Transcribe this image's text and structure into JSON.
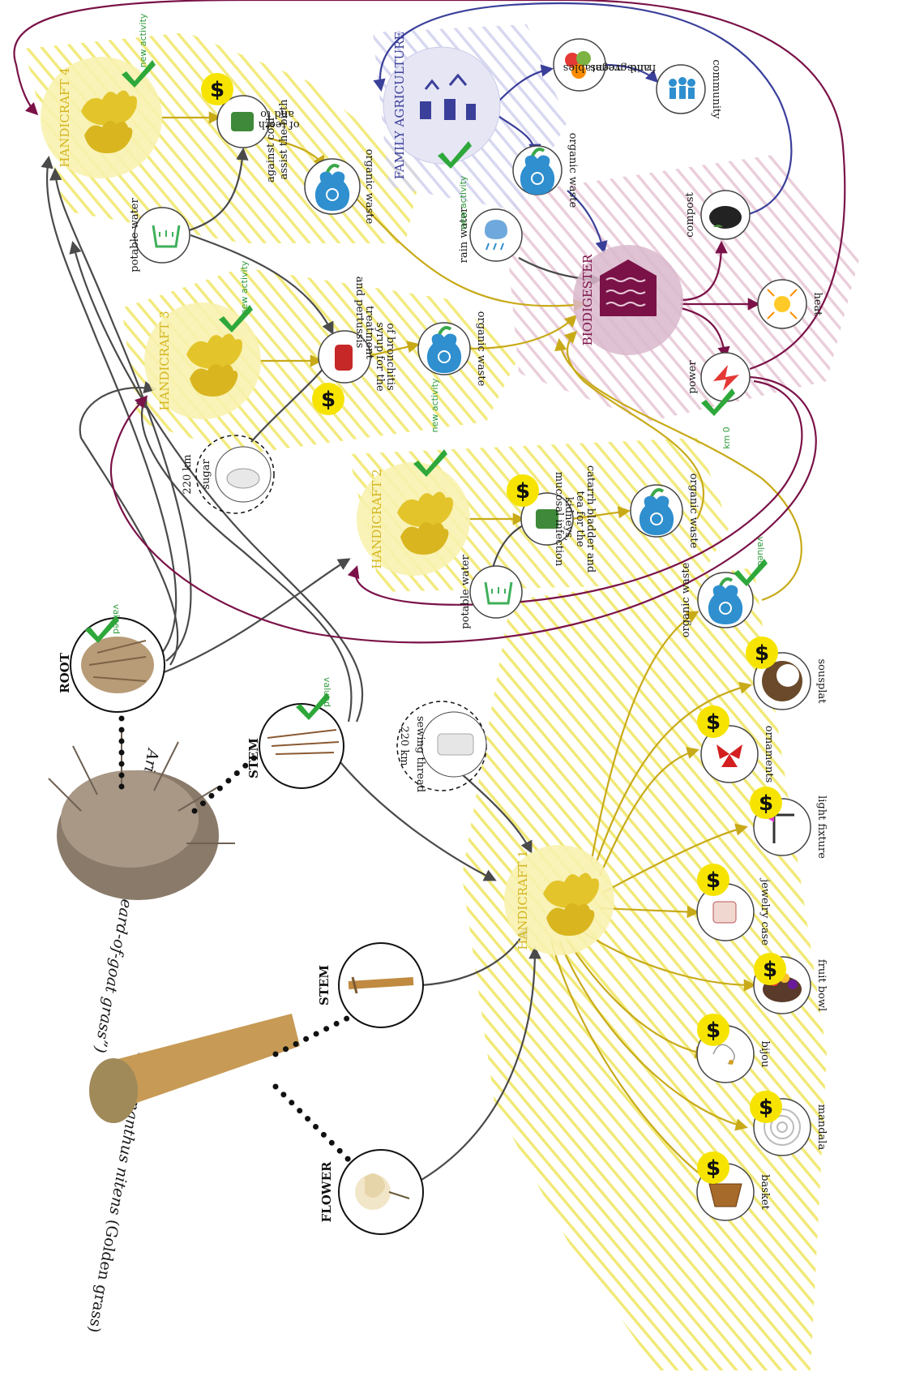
{
  "species": {
    "aristida": {
      "name": "Aristida pallens",
      "common": " (“Beard-of-goat grass”)"
    },
    "syngonanthus": {
      "name": "Syngonanthus nitens",
      "common": " (Golden grass)"
    }
  },
  "parts": {
    "root": "ROOT",
    "stem": "STEM",
    "flower": "FLOWER"
  },
  "badges": {
    "valued": "valued",
    "new_activity": "new activity",
    "km0": "km 0",
    "dollar": "$"
  },
  "hubs": {
    "h1": "HANDICRAFT 1",
    "h2": "HANDICRAFT 2",
    "h3": "HANDICRAFT 3",
    "h4": "HANDICRAFT 4",
    "family_agriculture": "FAMILY AGRICULTURE",
    "biodigester": "BIODIGESTER"
  },
  "products": {
    "basket": "basket",
    "mandala": "mandala",
    "bijou": "bijou",
    "fruit_bowl": "fruit bowl",
    "jewelry_case": "jewelry case",
    "light_fixture": "light fixture",
    "ornaments": "ornaments",
    "sousplat": "sousplat",
    "organic_waste": "organic waste",
    "tea_line1": "tea for the",
    "tea_line2": "kidneys,",
    "tea_line3": "catarrh bladder and",
    "tea_line4": "mucosal infection",
    "syrup_line1": "syrup for the",
    "syrup_line2": "treatment",
    "syrup_line3": "of bronchitis",
    "syrup_line4": "and pertussis",
    "cold_line1": "against cold",
    "cold_line2": "and to",
    "cold_line3": "assist the birth",
    "cold_line4": "of teeth",
    "fruits_line1": "fruits, vegetables",
    "fruits_line2": "and greens",
    "community": "community",
    "compost": "compost",
    "heat": "heat",
    "power": "power",
    "rain_water": "rain water",
    "potable_water": "potable water"
  },
  "inputs": {
    "sewing_thread": "sewing thread",
    "sugar": "sugar",
    "distance": "220 km"
  },
  "colors": {
    "yellow": "#c8aa18",
    "purple": "#7a1248",
    "blue": "#3a3f9a",
    "grey": "#4a4a4a",
    "hatch_yellow": "#f1ea72",
    "hatch_pink": "#e7c2d6",
    "hatch_blue": "#c9cbe8",
    "green": "#2ea83a"
  },
  "icons": {
    "handicraft": "hands-icon",
    "waste": "recycle-bag-icon",
    "water": "water-drop-icon",
    "money": "dollar-icon",
    "check": "check-flag-icon"
  }
}
